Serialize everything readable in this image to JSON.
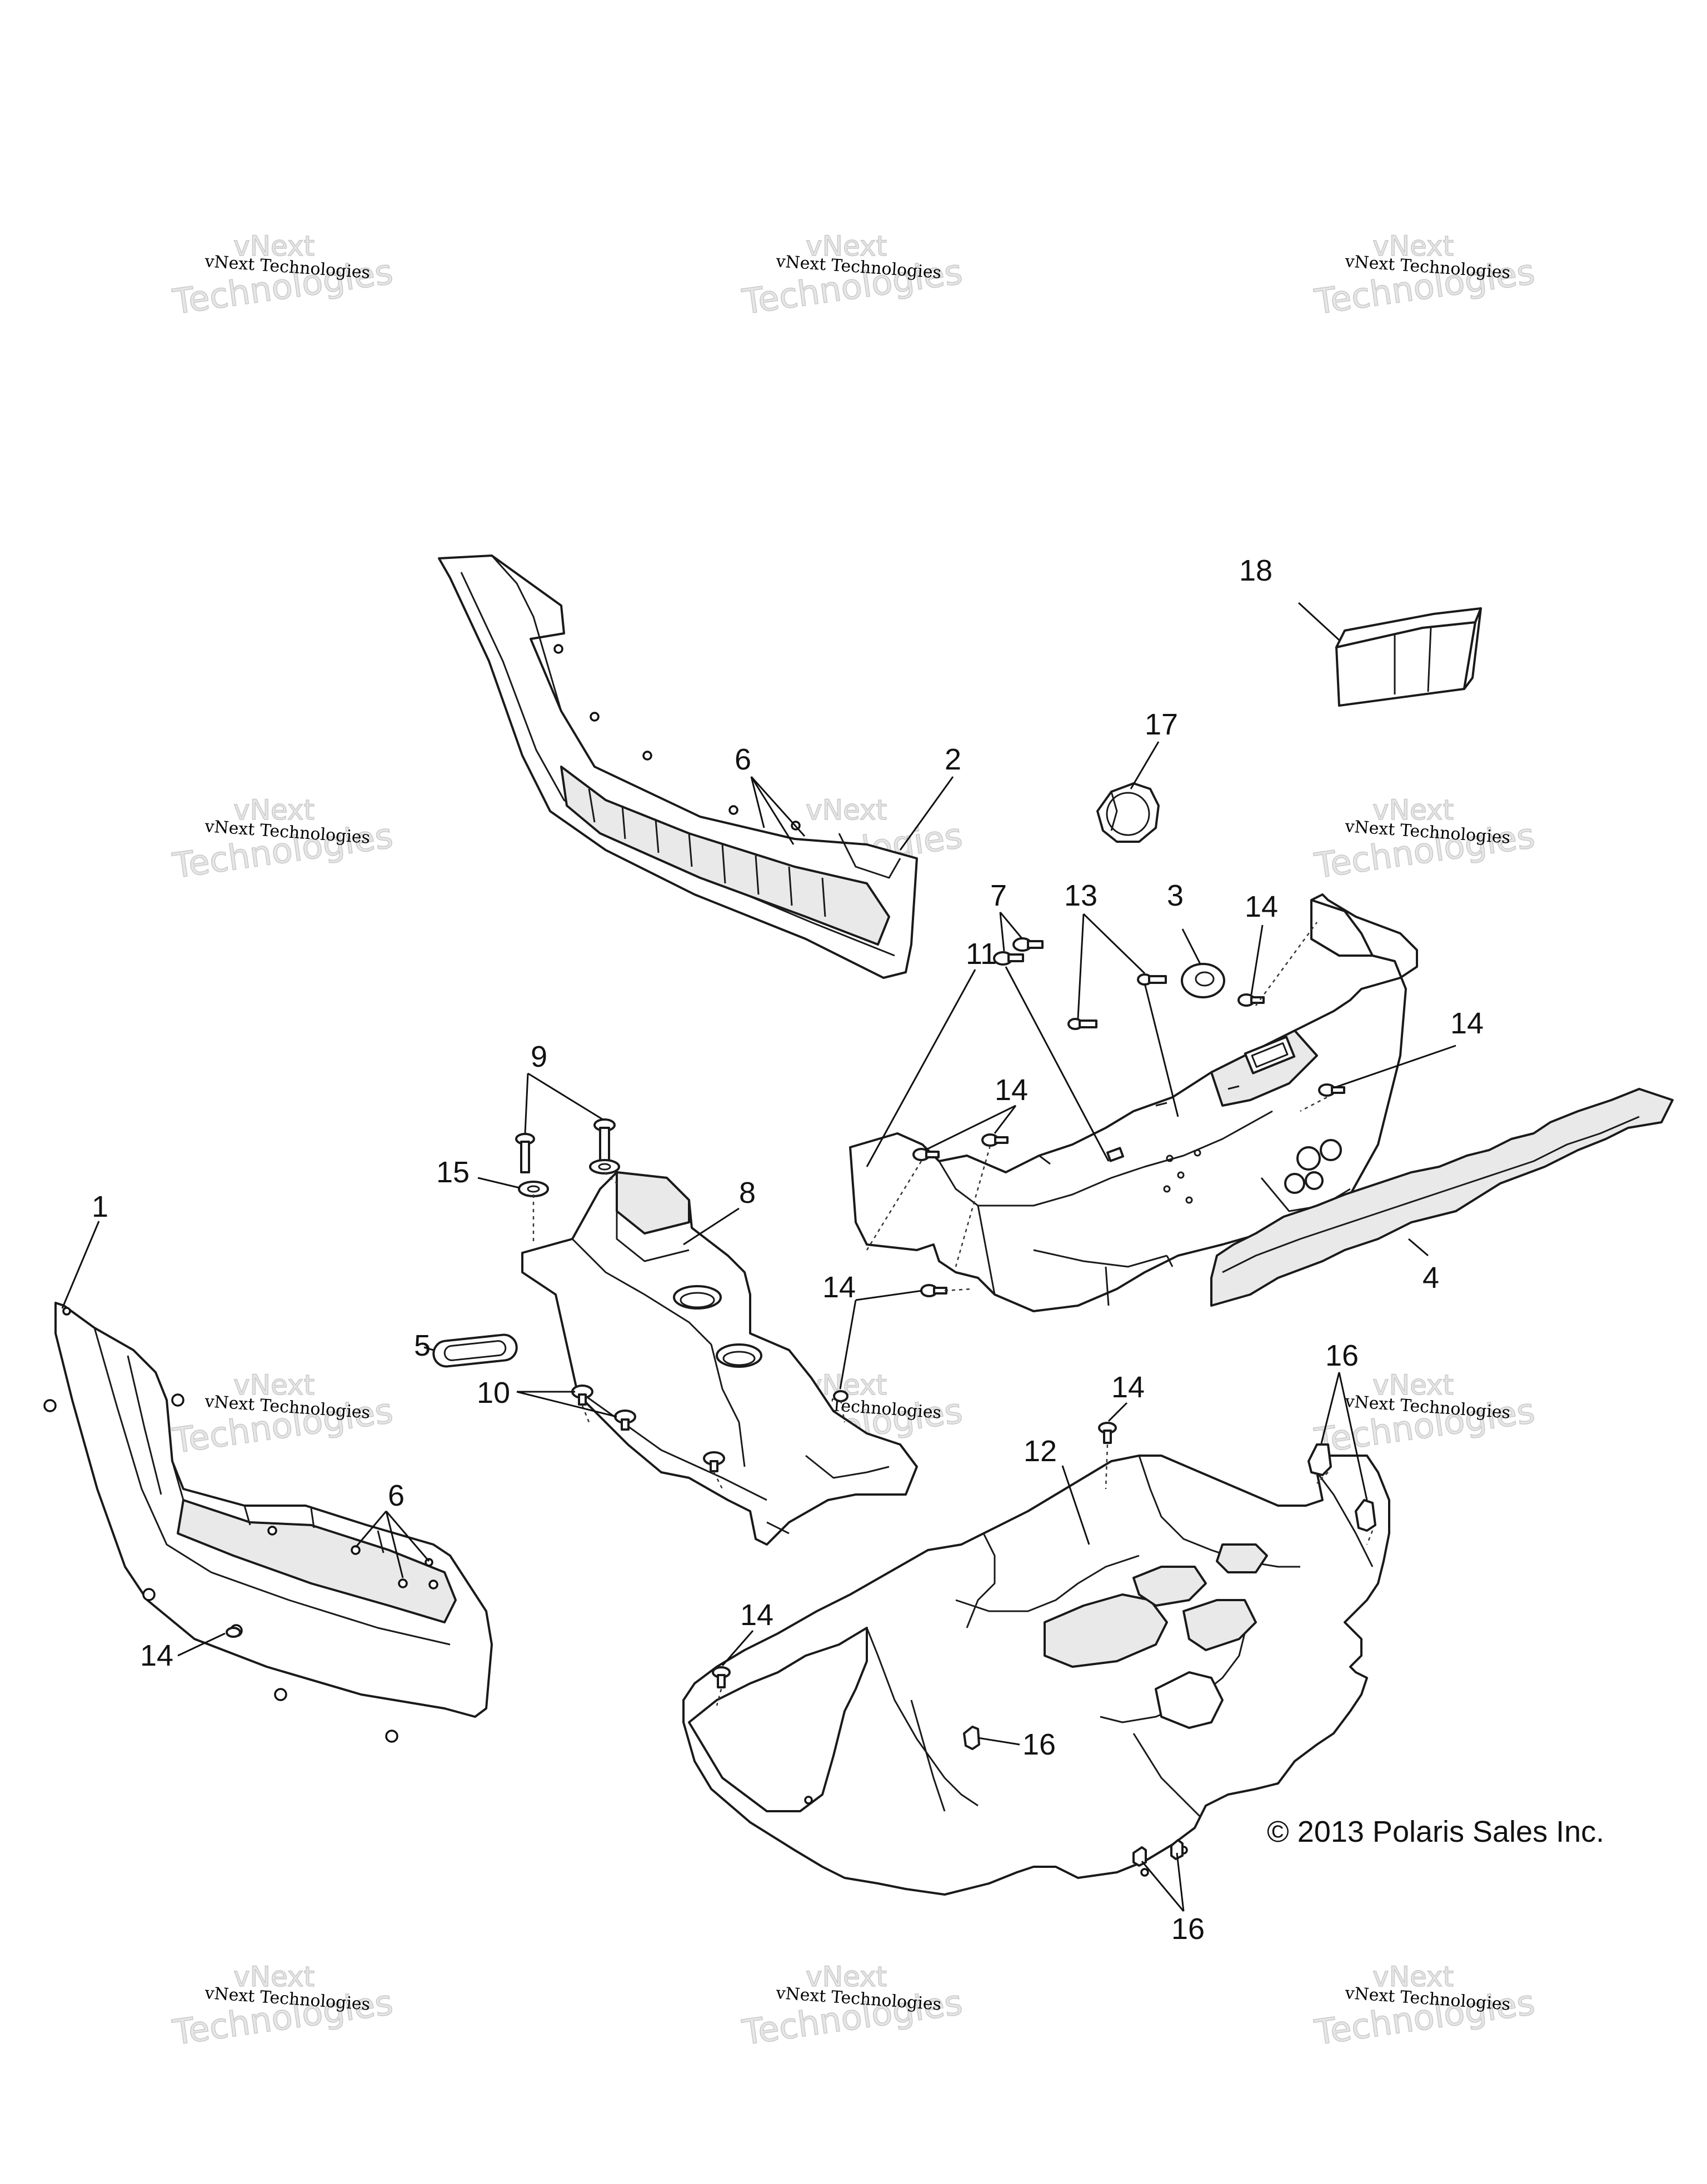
{
  "watermark": {
    "line1": "vNext Technologies",
    "line2_top": "vNext",
    "line2_bottom": "Technologies"
  },
  "callouts": {
    "c1": "1",
    "c2": "2",
    "c3": "3",
    "c4": "4",
    "c5": "5",
    "c6a": "6",
    "c6b": "6",
    "c7": "7",
    "c8": "8",
    "c9": "9",
    "c10": "10",
    "c11": "11",
    "c12": "12",
    "c13": "13",
    "c14a": "14",
    "c14b": "14",
    "c14c": "14",
    "c14d": "14",
    "c14e": "14",
    "c14f": "14",
    "c15": "15",
    "c16a": "16",
    "c16b": "16",
    "c16c": "16",
    "c17": "17",
    "c18": "18"
  },
  "copyright": "© 2013 Polaris Sales Inc."
}
